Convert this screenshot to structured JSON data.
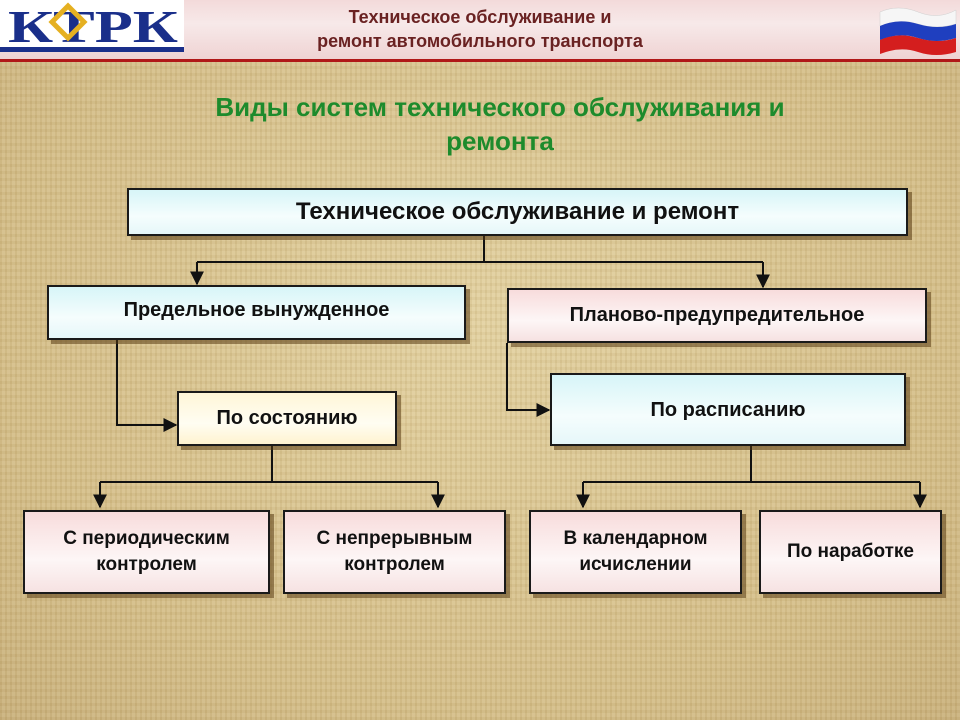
{
  "header": {
    "logo_text": "КТРК",
    "title_line1": "Техническое обслуживание и",
    "title_line2": "ремонт автомобильного транспорта"
  },
  "heading": {
    "line1": "Виды систем технического обслуживания и",
    "line2": "ремонта"
  },
  "diagram": {
    "root": "Техническое обслуживание и ремонт",
    "forced": "Предельное вынужденное",
    "planned": "Планово-предупредительное",
    "by_state": "По состоянию",
    "by_schedule": "По расписанию",
    "periodic_l1": "С периодическим",
    "periodic_l2": "контролем",
    "continuous_l1": "С непрерывным",
    "continuous_l2": "контролем",
    "calendar_l1": "В календарном",
    "calendar_l2": "исчислении",
    "mileage": "По наработке"
  },
  "colors": {
    "heading": "#1d8b2c",
    "header_border": "#b01818",
    "logo_blue": "#1a2f8a",
    "logo_gold": "#e5b021"
  }
}
